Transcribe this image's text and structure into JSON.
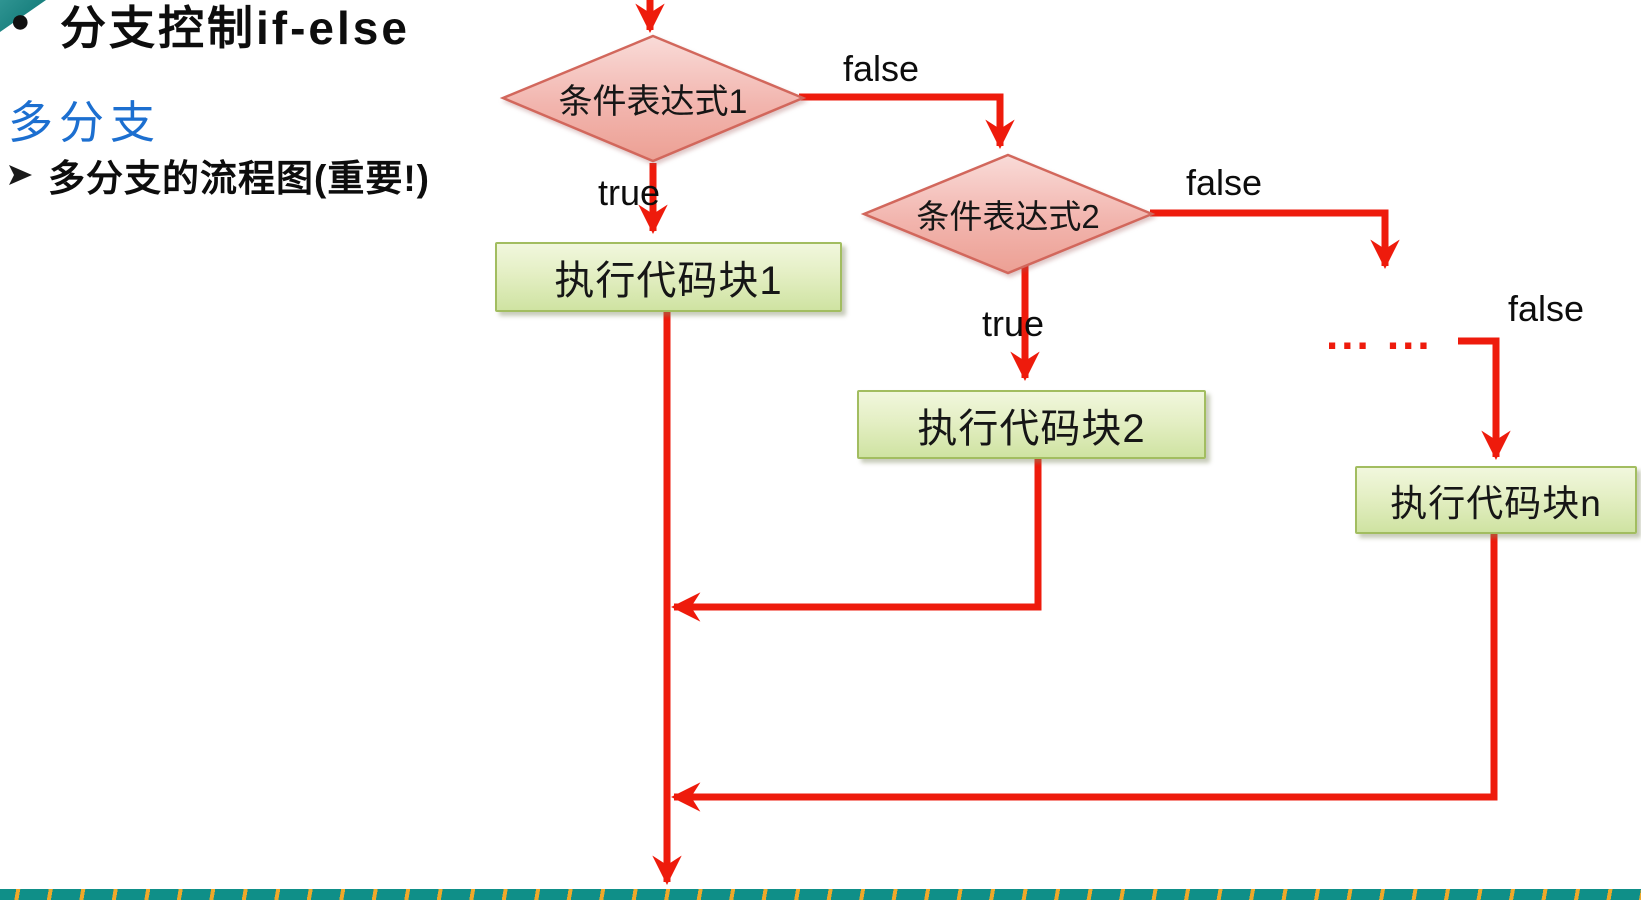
{
  "slide": {
    "bullet": "●",
    "title": "分支控制if-else",
    "subtitle": "多分支",
    "line3": "多分支的流程图(重要!)"
  },
  "flowchart": {
    "diamond1": "条件表达式1",
    "diamond2": "条件表达式2",
    "box1": "执行代码块1",
    "box2": "执行代码块2",
    "boxn": "执行代码块n",
    "labels": {
      "true1": "true",
      "true2": "true",
      "false1": "false",
      "false2": "false",
      "false3": "false",
      "ellipsis": "... ..."
    }
  },
  "colors": {
    "arrow_red": "#ee1b0c",
    "diamond_fill_top": "#f9dbd8",
    "diamond_fill_bottom": "#eca094",
    "diamond_border": "#d2675c",
    "box_fill_top": "#f1f7dd",
    "box_fill_bottom": "#cfe3a2",
    "box_border": "#a2bd60",
    "subtitle_blue": "#1c6fd0",
    "footer_teal": "#0f8f88",
    "footer_gold": "#eea829"
  }
}
